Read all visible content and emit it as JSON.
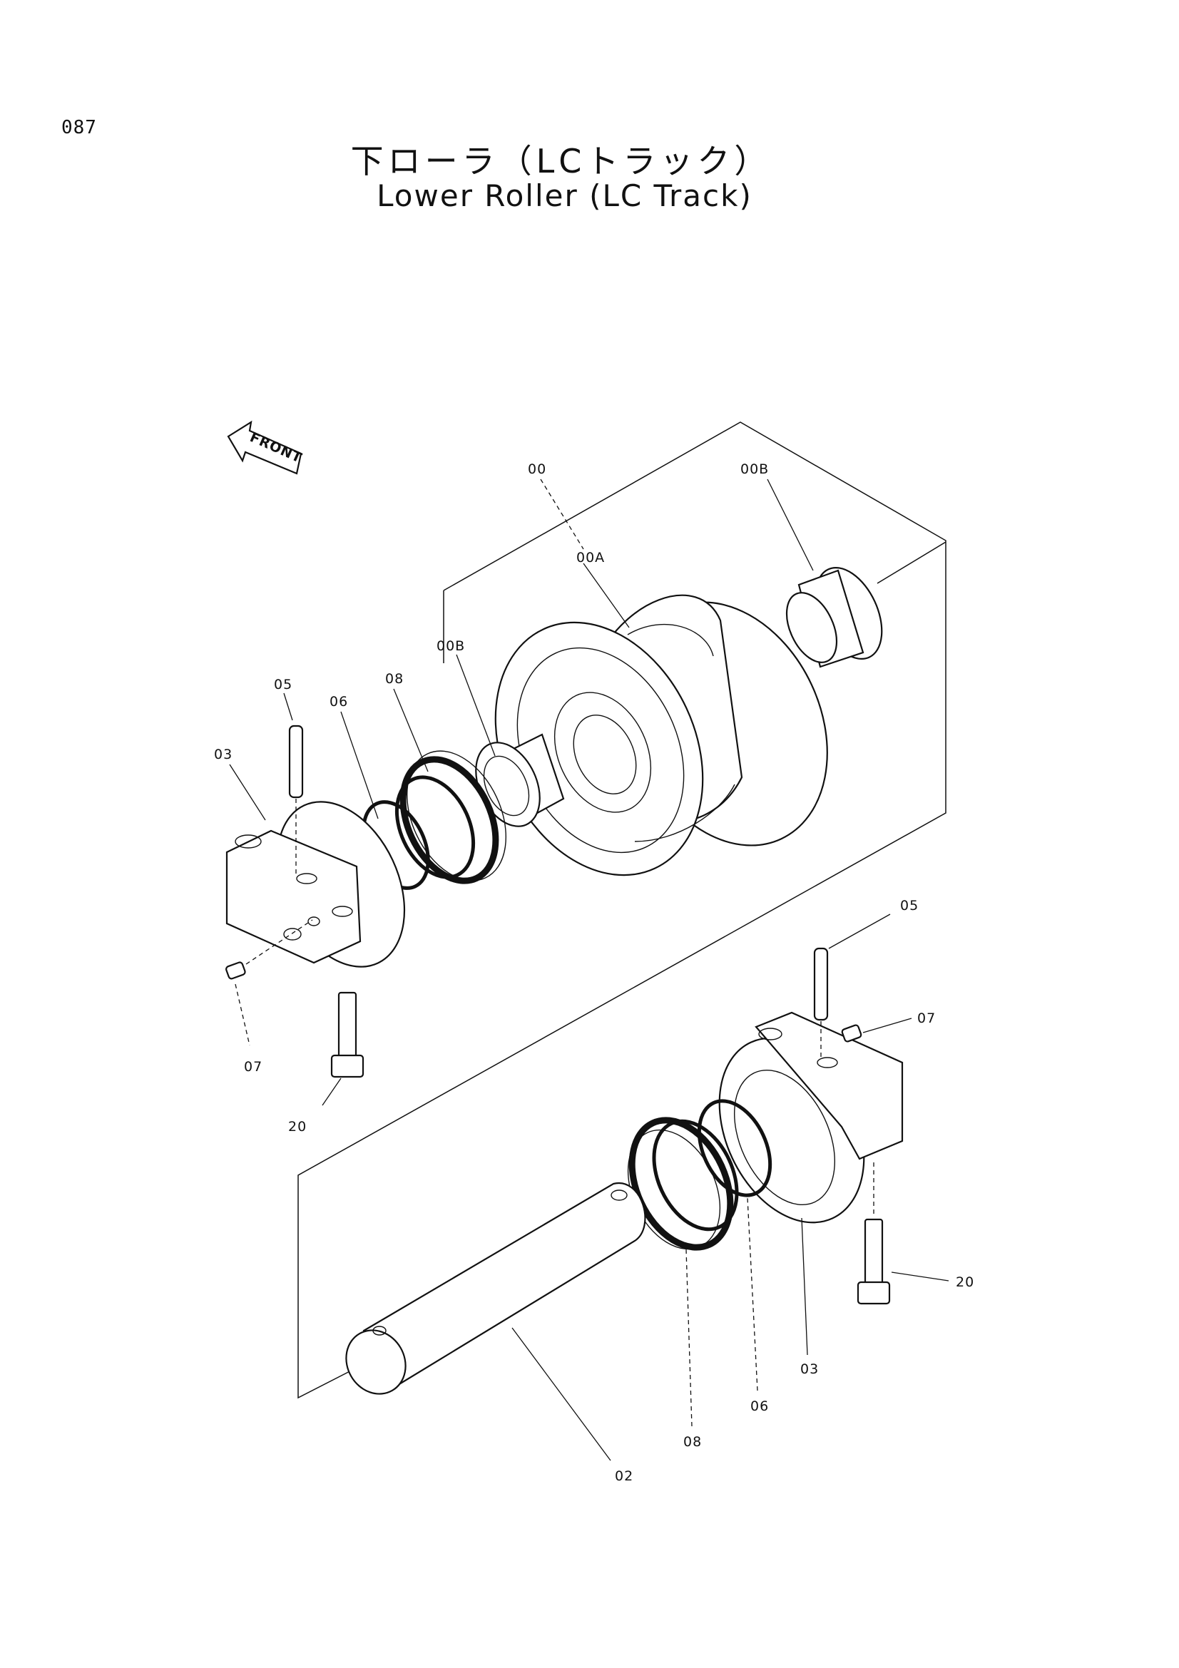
{
  "header": {
    "page_number": "087",
    "title_jp": "下ローラ（LCトラック）",
    "title_en": "Lower Roller (LC Track)"
  },
  "front_arrow": {
    "label": "FRONT",
    "icon": "front-arrow-icon"
  },
  "callouts": {
    "c00": "00",
    "c00B_right": "00B",
    "c00A": "00A",
    "c00B_left": "00B",
    "c05_left": "05",
    "c06_left": "06",
    "c08_left": "08",
    "c03_left": "03",
    "c07_left": "07",
    "c20_left": "20",
    "c05_right": "05",
    "c07_right": "07",
    "c20_right": "20",
    "c03_right": "03",
    "c06_right": "06",
    "c08_right": "08",
    "c02": "02"
  }
}
